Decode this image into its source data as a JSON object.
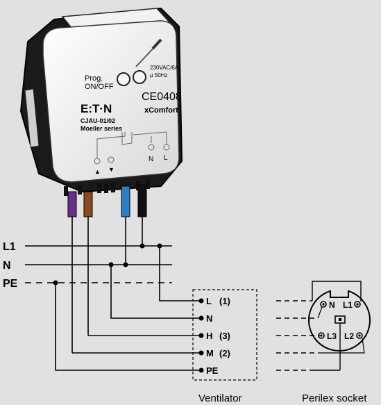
{
  "device": {
    "prog_label_1": "Prog.",
    "prog_label_2": "ON/OFF",
    "rating_1": "230VAC/6A",
    "rating_2": "μ 50Hz",
    "brand": "E:T·N",
    "ce_mark": "CE0408",
    "product": "xComfort",
    "model": "CJAU-01/02",
    "series": "Moeller series",
    "terminal_n": "N",
    "terminal_l": "L"
  },
  "supply_lines": {
    "l1": "L1",
    "n": "N",
    "pe": "PE"
  },
  "ventilator": {
    "caption": "Ventilator",
    "terminals": [
      {
        "label": "L",
        "number": "(1)"
      },
      {
        "label": "N",
        "number": ""
      },
      {
        "label": "H",
        "number": "(3)"
      },
      {
        "label": "M",
        "number": "(2)"
      },
      {
        "label": "PE",
        "number": ""
      }
    ]
  },
  "socket": {
    "caption": "Perilex socket",
    "pins": [
      "N",
      "L1",
      "L3",
      "L2"
    ]
  },
  "colors": {
    "background": "#e1e1e1",
    "wire_purple": "#6b2d8a",
    "wire_brown": "#8a4a1e",
    "wire_blue": "#2a7fc0",
    "wire_black": "#111111"
  }
}
